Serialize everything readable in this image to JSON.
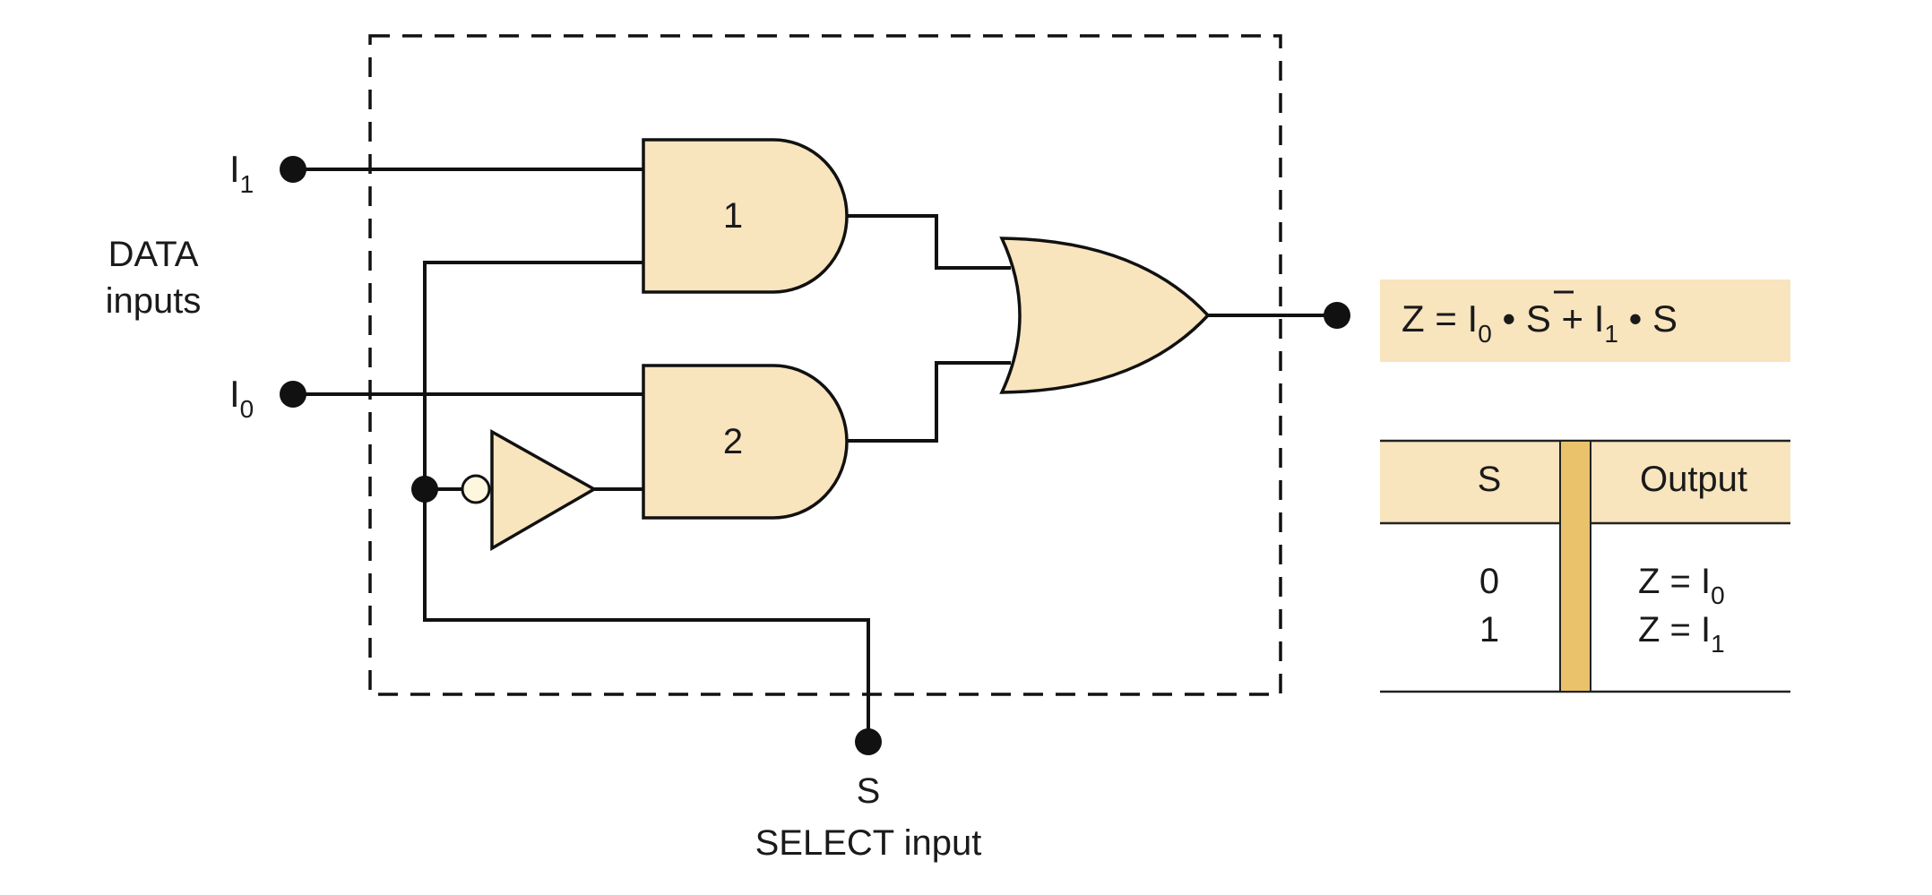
{
  "labels": {
    "i1_main": "I",
    "i1_sub": "1",
    "i0_main": "I",
    "i0_sub": "0",
    "data_inputs_line1": "DATA",
    "data_inputs_line2": "inputs",
    "select_s": "S",
    "select_input": "SELECT input"
  },
  "gates": {
    "and1_label": "1",
    "and2_label": "2"
  },
  "equation": {
    "z": "Z = I",
    "sub0": "0",
    "dot1": " • ",
    "s_bar": "S",
    "plus": " + I",
    "sub1": "1",
    "dot2": " • S"
  },
  "truth_table": {
    "headers": [
      "S",
      "Output"
    ],
    "rows": [
      {
        "s": "0",
        "out_main": "Z = I",
        "out_sub": "0"
      },
      {
        "s": "1",
        "out_main": "Z = I",
        "out_sub": "1"
      }
    ]
  },
  "colors": {
    "gate_fill": "#f8e4bd",
    "panel_fill": "#f8e4bd",
    "table_divider": "#e9c26b",
    "ink": "#111111"
  }
}
